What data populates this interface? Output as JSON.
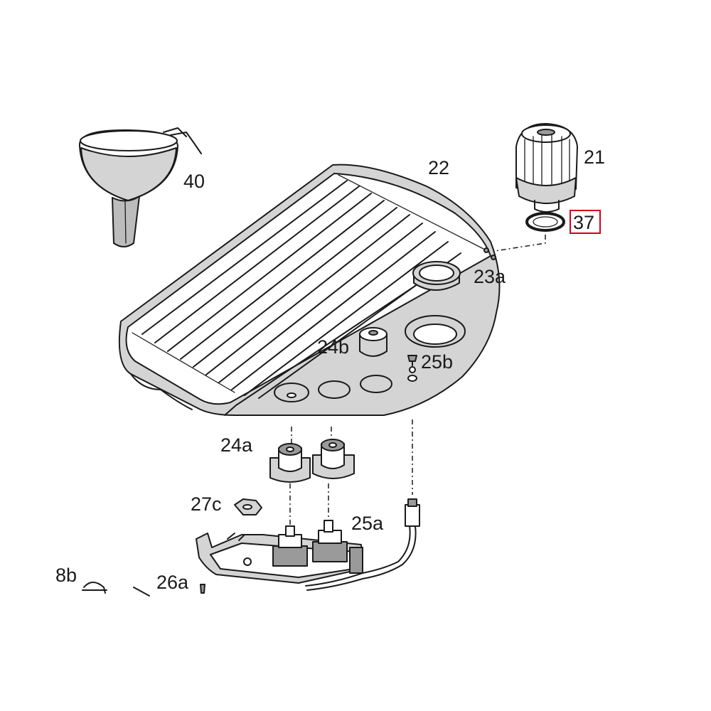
{
  "labels": {
    "p40": "40",
    "p22": "22",
    "p21": "21",
    "p37": "37",
    "p23a": "23a",
    "p24b": "24b",
    "p25b": "25b",
    "p24a": "24a",
    "p27c": "27c",
    "p25a": "25a",
    "p28b": "8b",
    "p26a": "26a"
  },
  "highlight": {
    "part": "37",
    "color": "#d0021b"
  }
}
